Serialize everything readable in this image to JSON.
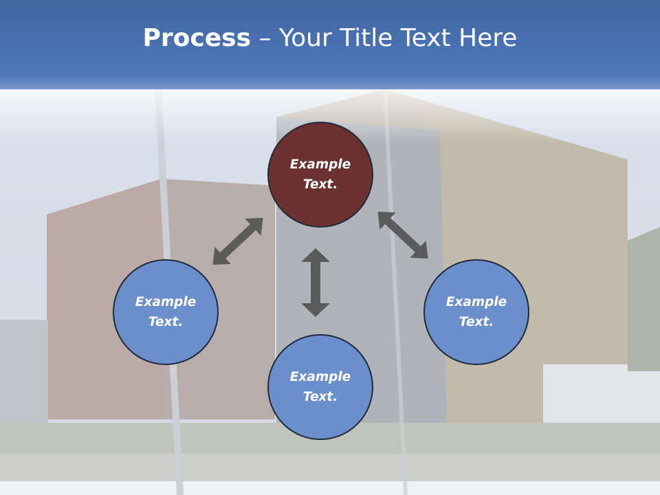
{
  "slide": {
    "title_bold": "Process",
    "title_rest": " – Your Title Text Here"
  },
  "nodes": [
    {
      "text": "Example Text.",
      "color": "#6b3030"
    },
    {
      "text": "Example Text.",
      "color": "#6b8fcb"
    },
    {
      "text": "Example Text.",
      "color": "#6b8fcb"
    },
    {
      "text": "Example Text.",
      "color": "#6b8fcb"
    }
  ],
  "colors": {
    "header": "#4f78bd",
    "arrow": "#5b5b5b"
  }
}
